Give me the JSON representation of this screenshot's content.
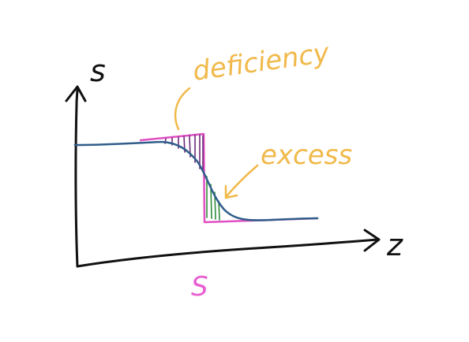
{
  "diagram": {
    "labels": {
      "y_axis": "s",
      "x_axis": "z",
      "deficiency": "deficiency",
      "excess": "excess",
      "step_position": "S"
    },
    "colors": {
      "axes": "#111111",
      "profile_curve": "#2f5d8a",
      "step_function": "#e04fc3",
      "deficiency_hatch": "#6d2a7a",
      "excess_hatch": "#2e8b3a",
      "annotation": "#f1b94a",
      "step_label": "#e75fd0"
    }
  }
}
